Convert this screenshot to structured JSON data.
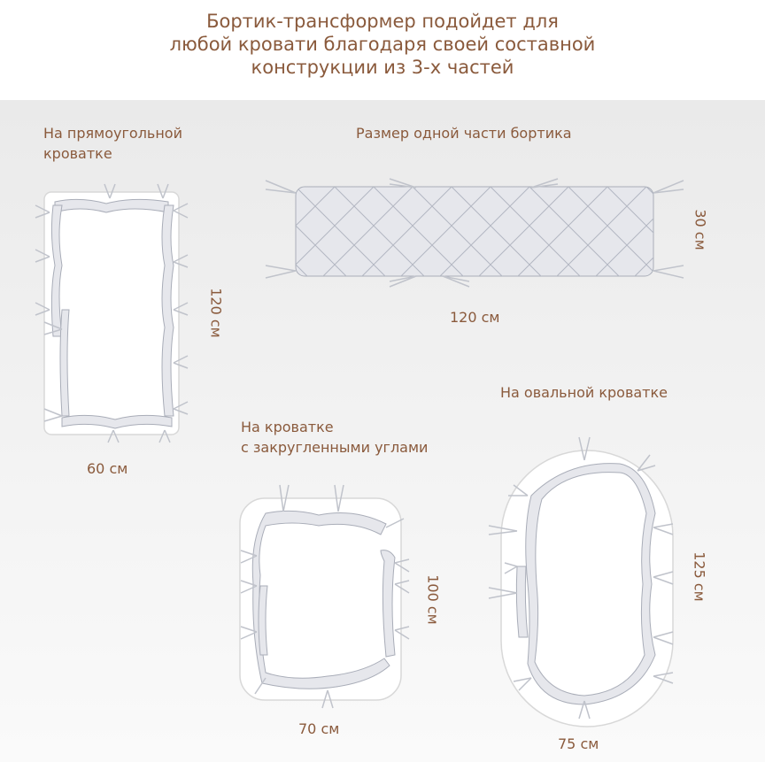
{
  "header": {
    "line1": "Бортик-трансформер подойдет для",
    "line2": "любой кровати благодаря своей составной",
    "line3": "конструкции из 3-х частей"
  },
  "rect_bed": {
    "title_line1": "На прямоугольной",
    "title_line2": "кроватке",
    "width_label": "60 см",
    "length_label": "120 см"
  },
  "single_part": {
    "title": "Размер одной части бортика",
    "width_label": "120 см",
    "height_label": "30 см"
  },
  "rounded_bed": {
    "title_line1": "На кроватке",
    "title_line2": "с закругленными углами",
    "width_label": "70 см",
    "length_label": "100 см"
  },
  "oval_bed": {
    "title": "На овальной кроватке",
    "width_label": "75 см",
    "length_label": "125 см"
  },
  "colors": {
    "text": "#8a5a3c",
    "bumper_fill": "#e6e7ec",
    "bumper_stroke": "#a9adb8",
    "quilt_line": "#b3b7c2",
    "bed_fill": "#ffffff",
    "bed_stroke": "#d8d8d8"
  }
}
